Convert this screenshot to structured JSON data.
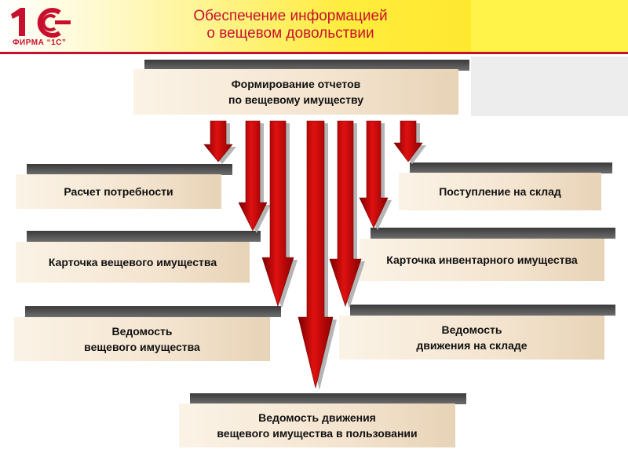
{
  "header": {
    "logo_text": "1С",
    "logo_caption": "ФИРМА “1С”",
    "title_line1": "Обеспечение информацией",
    "title_line2": "о вещевом довольствии"
  },
  "boxes": {
    "top": {
      "line1": "Формирование отчетов",
      "line2": "по вещевому имуществу"
    },
    "need_calc": {
      "line1": "Расчет потребности"
    },
    "receipt": {
      "line1": "Поступление на склад"
    },
    "clothing_card": {
      "line1": "Карточка вещевого имущества"
    },
    "inventory_card": {
      "line1": "Карточка инвентарного имущества"
    },
    "clothing_statement": {
      "line1": "Ведомость",
      "line2": "вещевого имущества"
    },
    "warehouse_statement": {
      "line1": "Ведомость",
      "line2": "движения на складе"
    },
    "usage_statement": {
      "line1": "Ведомость движения",
      "line2": "вещевого имущества в пользовании"
    }
  },
  "colors": {
    "brand_red": "#c8102e",
    "arrow_red": "#cc0000",
    "header_yellow": "#ffe320",
    "box_fill": "#f4e4cf"
  }
}
